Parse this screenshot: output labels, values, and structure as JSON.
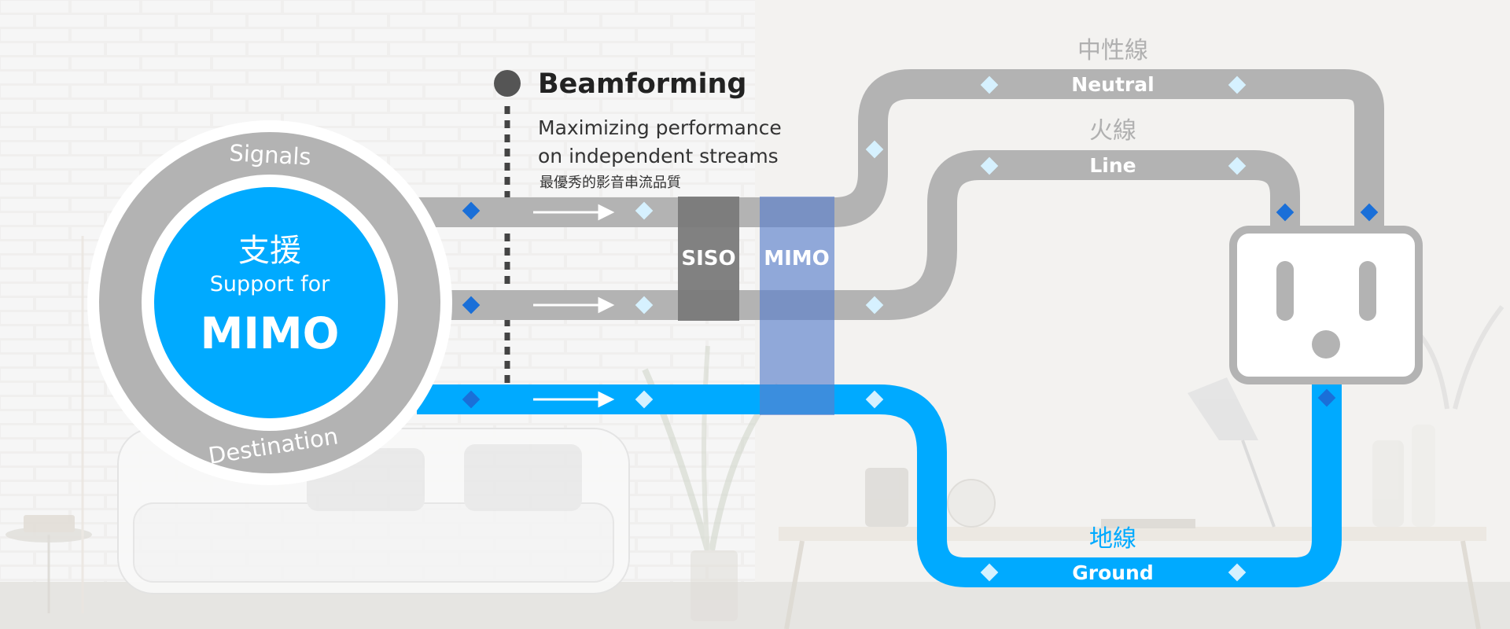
{
  "circle": {
    "ring_top_label": "Signals",
    "ring_bottom_label": "Destination",
    "zh_label": "支援",
    "en_label": "Support for",
    "main_label": "MIMO"
  },
  "beamforming": {
    "title": "Beamforming",
    "line1": "Maximizing performance",
    "line2": "on independent streams",
    "zh": "最優秀的影音串流品質"
  },
  "columns": {
    "siso": "SISO",
    "mimo": "MIMO"
  },
  "wires": {
    "neutral_zh": "中性線",
    "neutral_en": "Neutral",
    "line_zh": "火線",
    "line_en": "Line",
    "ground_zh": "地線",
    "ground_en": "Ground"
  },
  "colors": {
    "grey_wire": "#b3b3b3",
    "blue_wire": "#00aaff",
    "diamond_light": "#d6f1ff",
    "diamond_blue": "#1a6fd8",
    "siso_block": "#7a7a7a",
    "mimo_block": "#6f8fd2",
    "title_text": "#222222"
  }
}
